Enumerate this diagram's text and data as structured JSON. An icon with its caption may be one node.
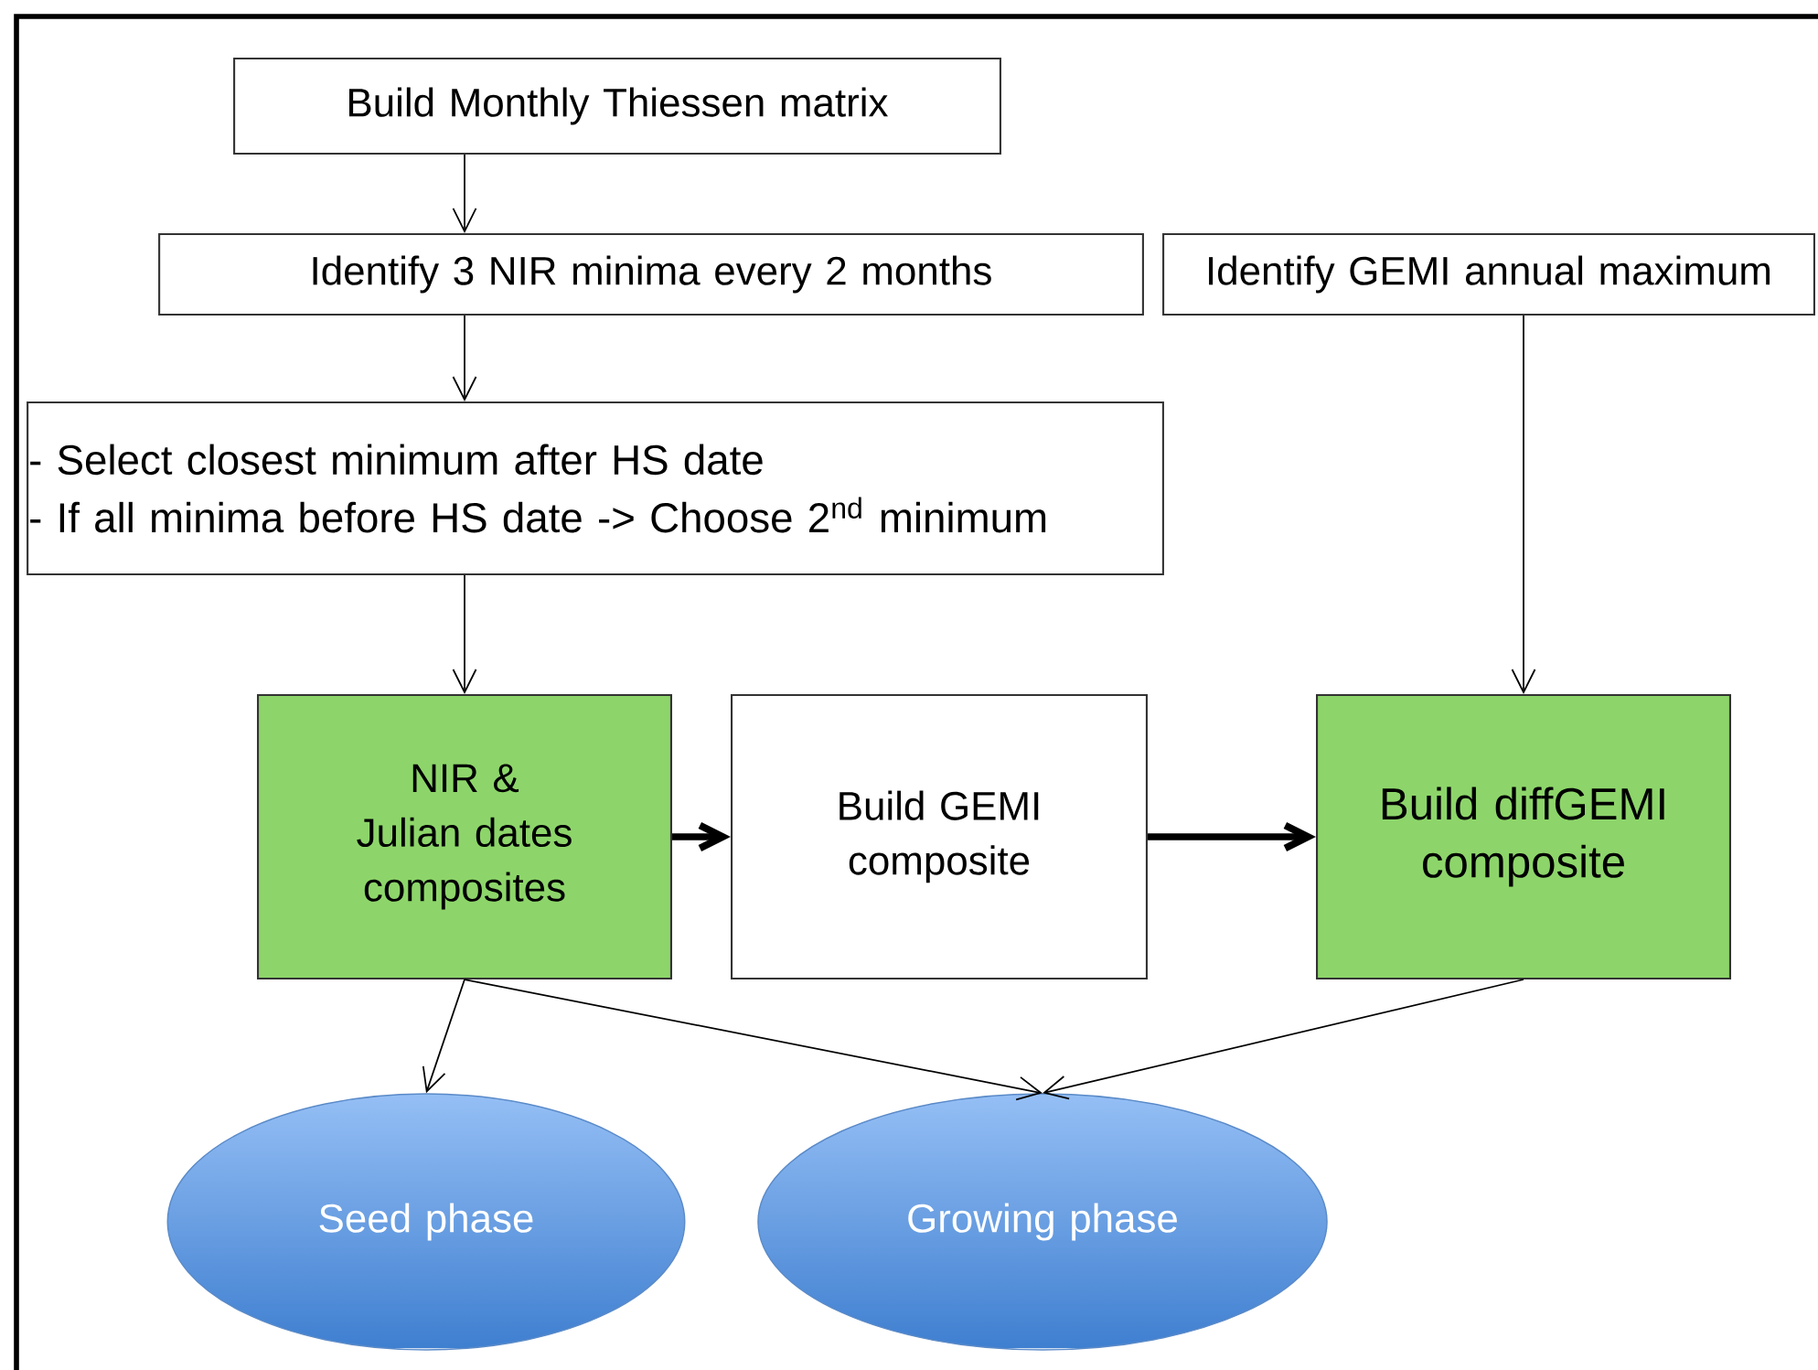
{
  "diagram": {
    "nodes": [
      {
        "text": [
          "Build Monthly Thiessen matrix"
        ]
      },
      {
        "text": [
          "Identify 3 NIR minima every 2 months"
        ]
      },
      {
        "text": [
          "Identify GEMI annual maximum"
        ]
      },
      {
        "text": [
          "- Select closest minimum after HS date",
          "- If all minima before HS date -> Choose 2$^{nd}$ minimum"
        ]
      },
      {
        "text": [
          "NIR & Julian dates composites"
        ]
      },
      {
        "text": [
          "Build GEMI composite"
        ]
      },
      {
        "text": [
          "Build diffGEMI composite"
        ]
      },
      {
        "text": [
          "Seed phase"
        ]
      },
      {
        "text": [
          "Growing phase"
        ]
      }
    ],
    "edges": [
      {
        "from": 0,
        "to": 1,
        "arrow": "to"
      },
      {
        "from": 1,
        "to": 3,
        "arrow": "to"
      },
      {
        "from": 2,
        "to": 6,
        "arrow": "to"
      },
      {
        "from": 3,
        "to": 4,
        "arrow": "to"
      },
      {
        "from": 4,
        "to": 5,
        "arrow": "to",
        "style": "thick"
      },
      {
        "from": 5,
        "to": 6,
        "arrow": "to",
        "style": "thick"
      },
      {
        "from": 4,
        "to": 7,
        "arrow": "to"
      },
      {
        "from": 4,
        "to": 8,
        "arrow": "to"
      },
      {
        "from": 6,
        "to": 8,
        "arrow": "to"
      }
    ]
  }
}
